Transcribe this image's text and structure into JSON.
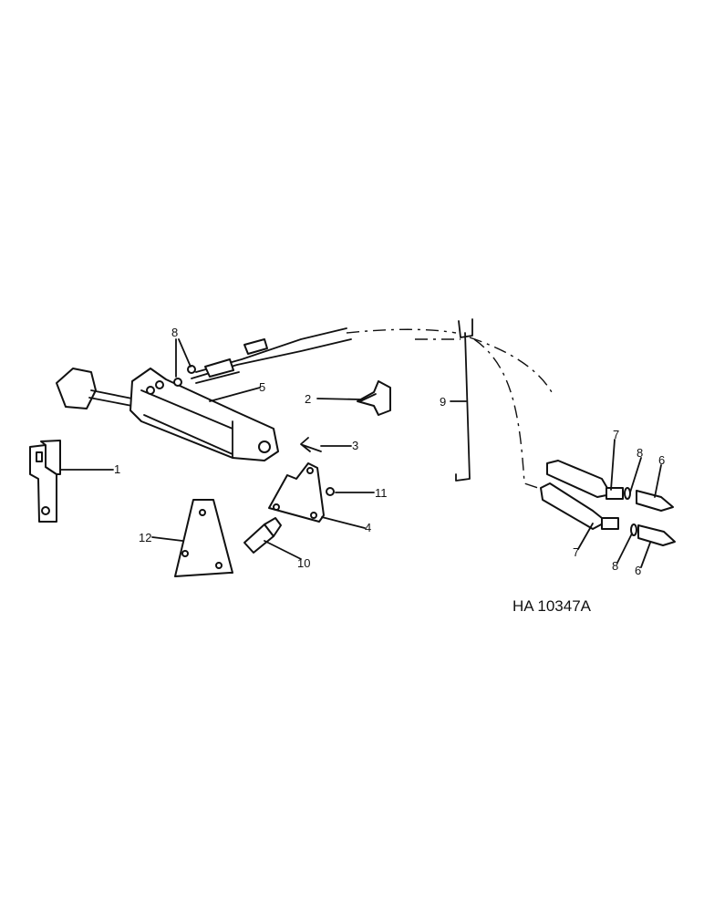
{
  "figure_ref": "HA 10347A",
  "callouts": [
    {
      "part": "1"
    },
    {
      "part": "2"
    },
    {
      "part": "3"
    },
    {
      "part": "4"
    },
    {
      "part": "5"
    },
    {
      "part": "6"
    },
    {
      "part": "6"
    },
    {
      "part": "7"
    },
    {
      "part": "7"
    },
    {
      "part": "8"
    },
    {
      "part": "8"
    },
    {
      "part": "8"
    },
    {
      "part": "9"
    },
    {
      "part": "10"
    },
    {
      "part": "11"
    },
    {
      "part": "12"
    }
  ]
}
